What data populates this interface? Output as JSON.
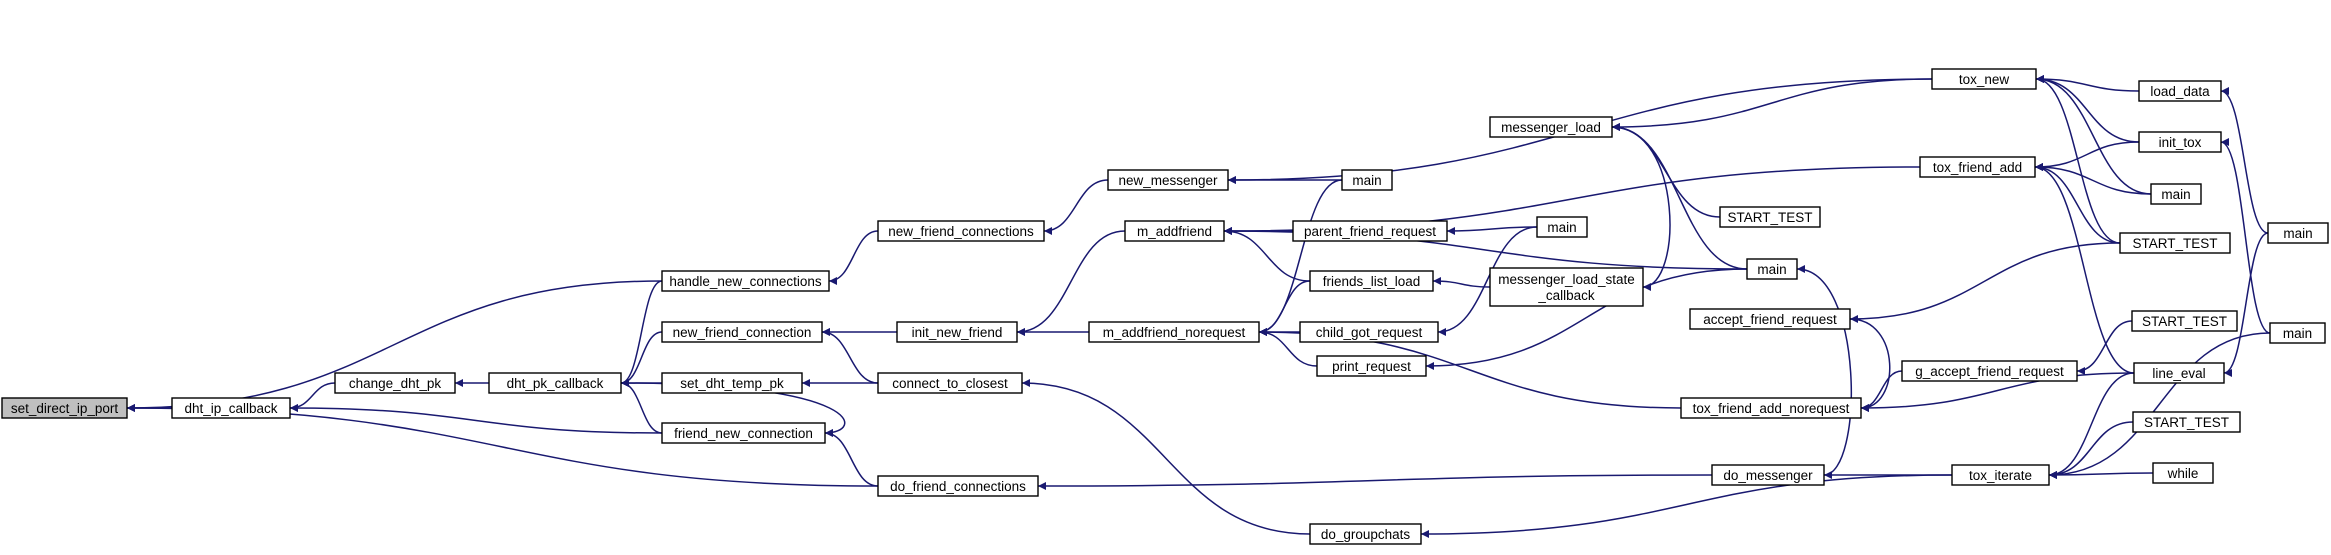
{
  "diagram": {
    "type": "call-graph",
    "colors": {
      "edge": "#191970",
      "node_fill": "#ffffff",
      "node_highlight": "#bfbfbf",
      "node_border": "#000000"
    },
    "nodes": [
      {
        "id": "set_direct_ip_port",
        "lines": [
          "set_direct_ip_port"
        ],
        "highlight": true
      },
      {
        "id": "dht_ip_callback",
        "lines": [
          "dht_ip_callback"
        ]
      },
      {
        "id": "handle_new_connections",
        "lines": [
          "handle_new_connections"
        ]
      },
      {
        "id": "do_friend_connections",
        "lines": [
          "do_friend_connections"
        ]
      },
      {
        "id": "change_dht_pk",
        "lines": [
          "change_dht_pk"
        ]
      },
      {
        "id": "friend_new_connection",
        "lines": [
          "friend_new_connection"
        ]
      },
      {
        "id": "dht_pk_callback",
        "lines": [
          "dht_pk_callback"
        ]
      },
      {
        "id": "new_friend_connection",
        "lines": [
          "new_friend_connection"
        ]
      },
      {
        "id": "set_dht_temp_pk",
        "lines": [
          "set_dht_temp_pk"
        ]
      },
      {
        "id": "new_friend_connections",
        "lines": [
          "new_friend_connections"
        ]
      },
      {
        "id": "init_new_friend",
        "lines": [
          "init_new_friend"
        ]
      },
      {
        "id": "connect_to_closest",
        "lines": [
          "connect_to_closest"
        ]
      },
      {
        "id": "new_messenger",
        "lines": [
          "new_messenger"
        ]
      },
      {
        "id": "m_addfriend",
        "lines": [
          "m_addfriend"
        ]
      },
      {
        "id": "m_addfriend_norequest",
        "lines": [
          "m_addfriend_norequest"
        ]
      },
      {
        "id": "do_groupchats",
        "lines": [
          "do_groupchats"
        ]
      },
      {
        "id": "main_a",
        "lines": [
          "main"
        ]
      },
      {
        "id": "parent_friend_request",
        "lines": [
          "parent_friend_request"
        ]
      },
      {
        "id": "friends_list_load",
        "lines": [
          "friends_list_load"
        ]
      },
      {
        "id": "child_got_request",
        "lines": [
          "child_got_request"
        ]
      },
      {
        "id": "print_request",
        "lines": [
          "print_request"
        ]
      },
      {
        "id": "main_b",
        "lines": [
          "main"
        ]
      },
      {
        "id": "messenger_load_state_callback",
        "lines": [
          "messenger_load_state",
          "_callback"
        ]
      },
      {
        "id": "messenger_load",
        "lines": [
          "messenger_load"
        ]
      },
      {
        "id": "tox_friend_add_norequest",
        "lines": [
          "tox_friend_add_norequest"
        ]
      },
      {
        "id": "do_messenger",
        "lines": [
          "do_messenger"
        ]
      },
      {
        "id": "START_TEST_a",
        "lines": [
          "START_TEST"
        ]
      },
      {
        "id": "main_c",
        "lines": [
          "main"
        ]
      },
      {
        "id": "accept_friend_request",
        "lines": [
          "accept_friend_request"
        ]
      },
      {
        "id": "g_accept_friend_request",
        "lines": [
          "g_accept_friend_request"
        ]
      },
      {
        "id": "tox_new",
        "lines": [
          "tox_new"
        ]
      },
      {
        "id": "tox_friend_add",
        "lines": [
          "tox_friend_add"
        ]
      },
      {
        "id": "tox_iterate",
        "lines": [
          "tox_iterate"
        ]
      },
      {
        "id": "load_data",
        "lines": [
          "load_data"
        ]
      },
      {
        "id": "init_tox",
        "lines": [
          "init_tox"
        ]
      },
      {
        "id": "main_d",
        "lines": [
          "main"
        ]
      },
      {
        "id": "START_TEST_b",
        "lines": [
          "START_TEST"
        ]
      },
      {
        "id": "START_TEST_c",
        "lines": [
          "START_TEST"
        ]
      },
      {
        "id": "line_eval",
        "lines": [
          "line_eval"
        ]
      },
      {
        "id": "START_TEST_d",
        "lines": [
          "START_TEST"
        ]
      },
      {
        "id": "while",
        "lines": [
          "while"
        ]
      },
      {
        "id": "main_e",
        "lines": [
          "main"
        ]
      },
      {
        "id": "main_f",
        "lines": [
          "main"
        ]
      }
    ],
    "edges": [
      {
        "from": "dht_ip_callback",
        "to": "set_direct_ip_port"
      },
      {
        "from": "handle_new_connections",
        "to": "set_direct_ip_port"
      },
      {
        "from": "do_friend_connections",
        "to": "set_direct_ip_port"
      },
      {
        "from": "change_dht_pk",
        "to": "dht_ip_callback"
      },
      {
        "from": "friend_new_connection",
        "to": "dht_ip_callback"
      },
      {
        "from": "new_friend_connections",
        "to": "handle_new_connections"
      },
      {
        "from": "dht_pk_callback",
        "to": "change_dht_pk"
      },
      {
        "from": "handle_new_connections",
        "to": "dht_pk_callback"
      },
      {
        "from": "new_friend_connection",
        "to": "dht_pk_callback"
      },
      {
        "from": "set_dht_temp_pk",
        "to": "dht_pk_callback"
      },
      {
        "from": "friend_new_connection",
        "to": "dht_pk_callback"
      },
      {
        "from": "dht_pk_callback",
        "to": "friend_new_connection"
      },
      {
        "from": "do_friend_connections",
        "to": "friend_new_connection"
      },
      {
        "from": "new_messenger",
        "to": "new_friend_connections"
      },
      {
        "from": "init_new_friend",
        "to": "new_friend_connection"
      },
      {
        "from": "connect_to_closest",
        "to": "new_friend_connection"
      },
      {
        "from": "connect_to_closest",
        "to": "set_dht_temp_pk"
      },
      {
        "from": "do_messenger",
        "to": "do_friend_connections"
      },
      {
        "from": "m_addfriend",
        "to": "init_new_friend"
      },
      {
        "from": "m_addfriend_norequest",
        "to": "init_new_friend"
      },
      {
        "from": "do_groupchats",
        "to": "connect_to_closest"
      },
      {
        "from": "main_a",
        "to": "new_messenger"
      },
      {
        "from": "tox_new",
        "to": "new_messenger"
      },
      {
        "from": "parent_friend_request",
        "to": "m_addfriend"
      },
      {
        "from": "friends_list_load",
        "to": "m_addfriend"
      },
      {
        "from": "main_c",
        "to": "m_addfriend"
      },
      {
        "from": "tox_friend_add",
        "to": "m_addfriend"
      },
      {
        "from": "main_a",
        "to": "m_addfriend_norequest"
      },
      {
        "from": "friends_list_load",
        "to": "m_addfriend_norequest"
      },
      {
        "from": "child_got_request",
        "to": "m_addfriend_norequest"
      },
      {
        "from": "print_request",
        "to": "m_addfriend_norequest"
      },
      {
        "from": "tox_friend_add_norequest",
        "to": "m_addfriend_norequest"
      },
      {
        "from": "tox_iterate",
        "to": "do_groupchats"
      },
      {
        "from": "main_b",
        "to": "parent_friend_request"
      },
      {
        "from": "messenger_load_state_callback",
        "to": "friends_list_load"
      },
      {
        "from": "main_b",
        "to": "child_got_request"
      },
      {
        "from": "main_c",
        "to": "print_request"
      },
      {
        "from": "messenger_load",
        "to": "messenger_load_state_callback"
      },
      {
        "from": "tox_new",
        "to": "messenger_load"
      },
      {
        "from": "START_TEST_a",
        "to": "messenger_load"
      },
      {
        "from": "main_c",
        "to": "messenger_load"
      },
      {
        "from": "accept_friend_request",
        "to": "tox_friend_add_norequest"
      },
      {
        "from": "g_accept_friend_request",
        "to": "tox_friend_add_norequest"
      },
      {
        "from": "line_eval",
        "to": "tox_friend_add_norequest"
      },
      {
        "from": "tox_iterate",
        "to": "do_messenger"
      },
      {
        "from": "do_messenger",
        "to": "main_c"
      },
      {
        "from": "START_TEST_b",
        "to": "accept_friend_request"
      },
      {
        "from": "START_TEST_c",
        "to": "g_accept_friend_request"
      },
      {
        "from": "load_data",
        "to": "tox_new"
      },
      {
        "from": "init_tox",
        "to": "tox_new"
      },
      {
        "from": "main_d",
        "to": "tox_new"
      },
      {
        "from": "START_TEST_b",
        "to": "tox_new"
      },
      {
        "from": "init_tox",
        "to": "tox_friend_add"
      },
      {
        "from": "main_d",
        "to": "tox_friend_add"
      },
      {
        "from": "START_TEST_b",
        "to": "tox_friend_add"
      },
      {
        "from": "line_eval",
        "to": "tox_friend_add"
      },
      {
        "from": "line_eval",
        "to": "tox_iterate"
      },
      {
        "from": "START_TEST_d",
        "to": "tox_iterate"
      },
      {
        "from": "while",
        "to": "tox_iterate"
      },
      {
        "from": "main_f",
        "to": "tox_iterate"
      },
      {
        "from": "main_e",
        "to": "load_data"
      },
      {
        "from": "main_f",
        "to": "init_tox"
      },
      {
        "from": "main_e",
        "to": "line_eval"
      }
    ]
  }
}
